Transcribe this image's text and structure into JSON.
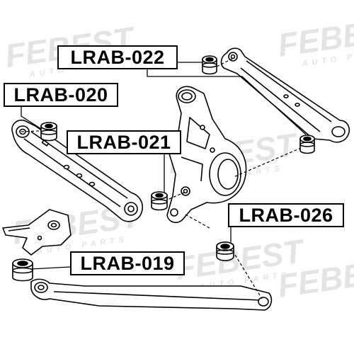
{
  "watermark": {
    "brand": "FEBEST",
    "tagline": "AUTO PARTS"
  },
  "parts": {
    "lrab_022": "LRAB-022",
    "lrab_020": "LRAB-020",
    "lrab_021": "LRAB-021",
    "lrab_026": "LRAB-026",
    "lrab_019": "LRAB-019"
  },
  "colors": {
    "line": "#000000",
    "watermark": "#e4e4e4",
    "background": "#ffffff"
  }
}
